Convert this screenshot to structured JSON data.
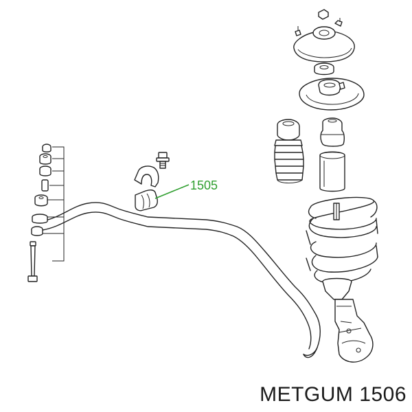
{
  "callout": {
    "label": "1505",
    "color": "#2e9e2e"
  },
  "caption": {
    "text": "METGUM 1506"
  },
  "icons": [
    "stabilizer-bar",
    "stabilizer-bushing",
    "bushing-bracket",
    "bracket-bolt",
    "end-link-assembly",
    "strut-mount",
    "bearing",
    "spring-seat",
    "bump-stop",
    "dust-boot",
    "coil-spring",
    "strut-assembly"
  ]
}
